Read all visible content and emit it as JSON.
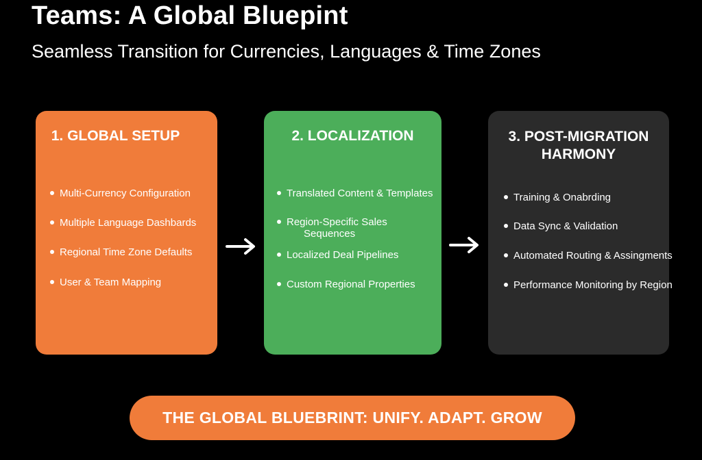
{
  "header": {
    "title": "Teams: A Global Bluepint",
    "subtitle": "Seamless Transition for Currencies, Languages & Time Zones"
  },
  "colors": {
    "background": "#000000",
    "orange": "#f07c3a",
    "green": "#4cae5a",
    "dark": "#2b2b2b",
    "text": "#ffffff"
  },
  "steps": [
    {
      "title": "1. GLOBAL SETUP",
      "items": [
        "Multi-Currency Configuration",
        "Multiple Language Dashbards",
        "Regional Time Zone Defaults",
        "User & Team Mapping"
      ]
    },
    {
      "title": "2. LOCALIZATION",
      "items": [
        "Translated Content & Templates",
        "Region-Specific Sales\n      Sequences",
        "Localized Deal Pipelines",
        "Custom Regional Properties"
      ]
    },
    {
      "title": "3. POST-MIGRATION\nHARMONY",
      "items": [
        "Training & Onabrding",
        "Data Sync & Validation",
        "Automated Routing & Assingments",
        "Performance Monitoring by Region"
      ]
    }
  ],
  "arrows": [
    "arrow-right-icon",
    "arrow-right-icon"
  ],
  "footer": {
    "banner": "THE GLOBAL BLUEBRINT: UNIFY. ADAPT. GROW"
  }
}
